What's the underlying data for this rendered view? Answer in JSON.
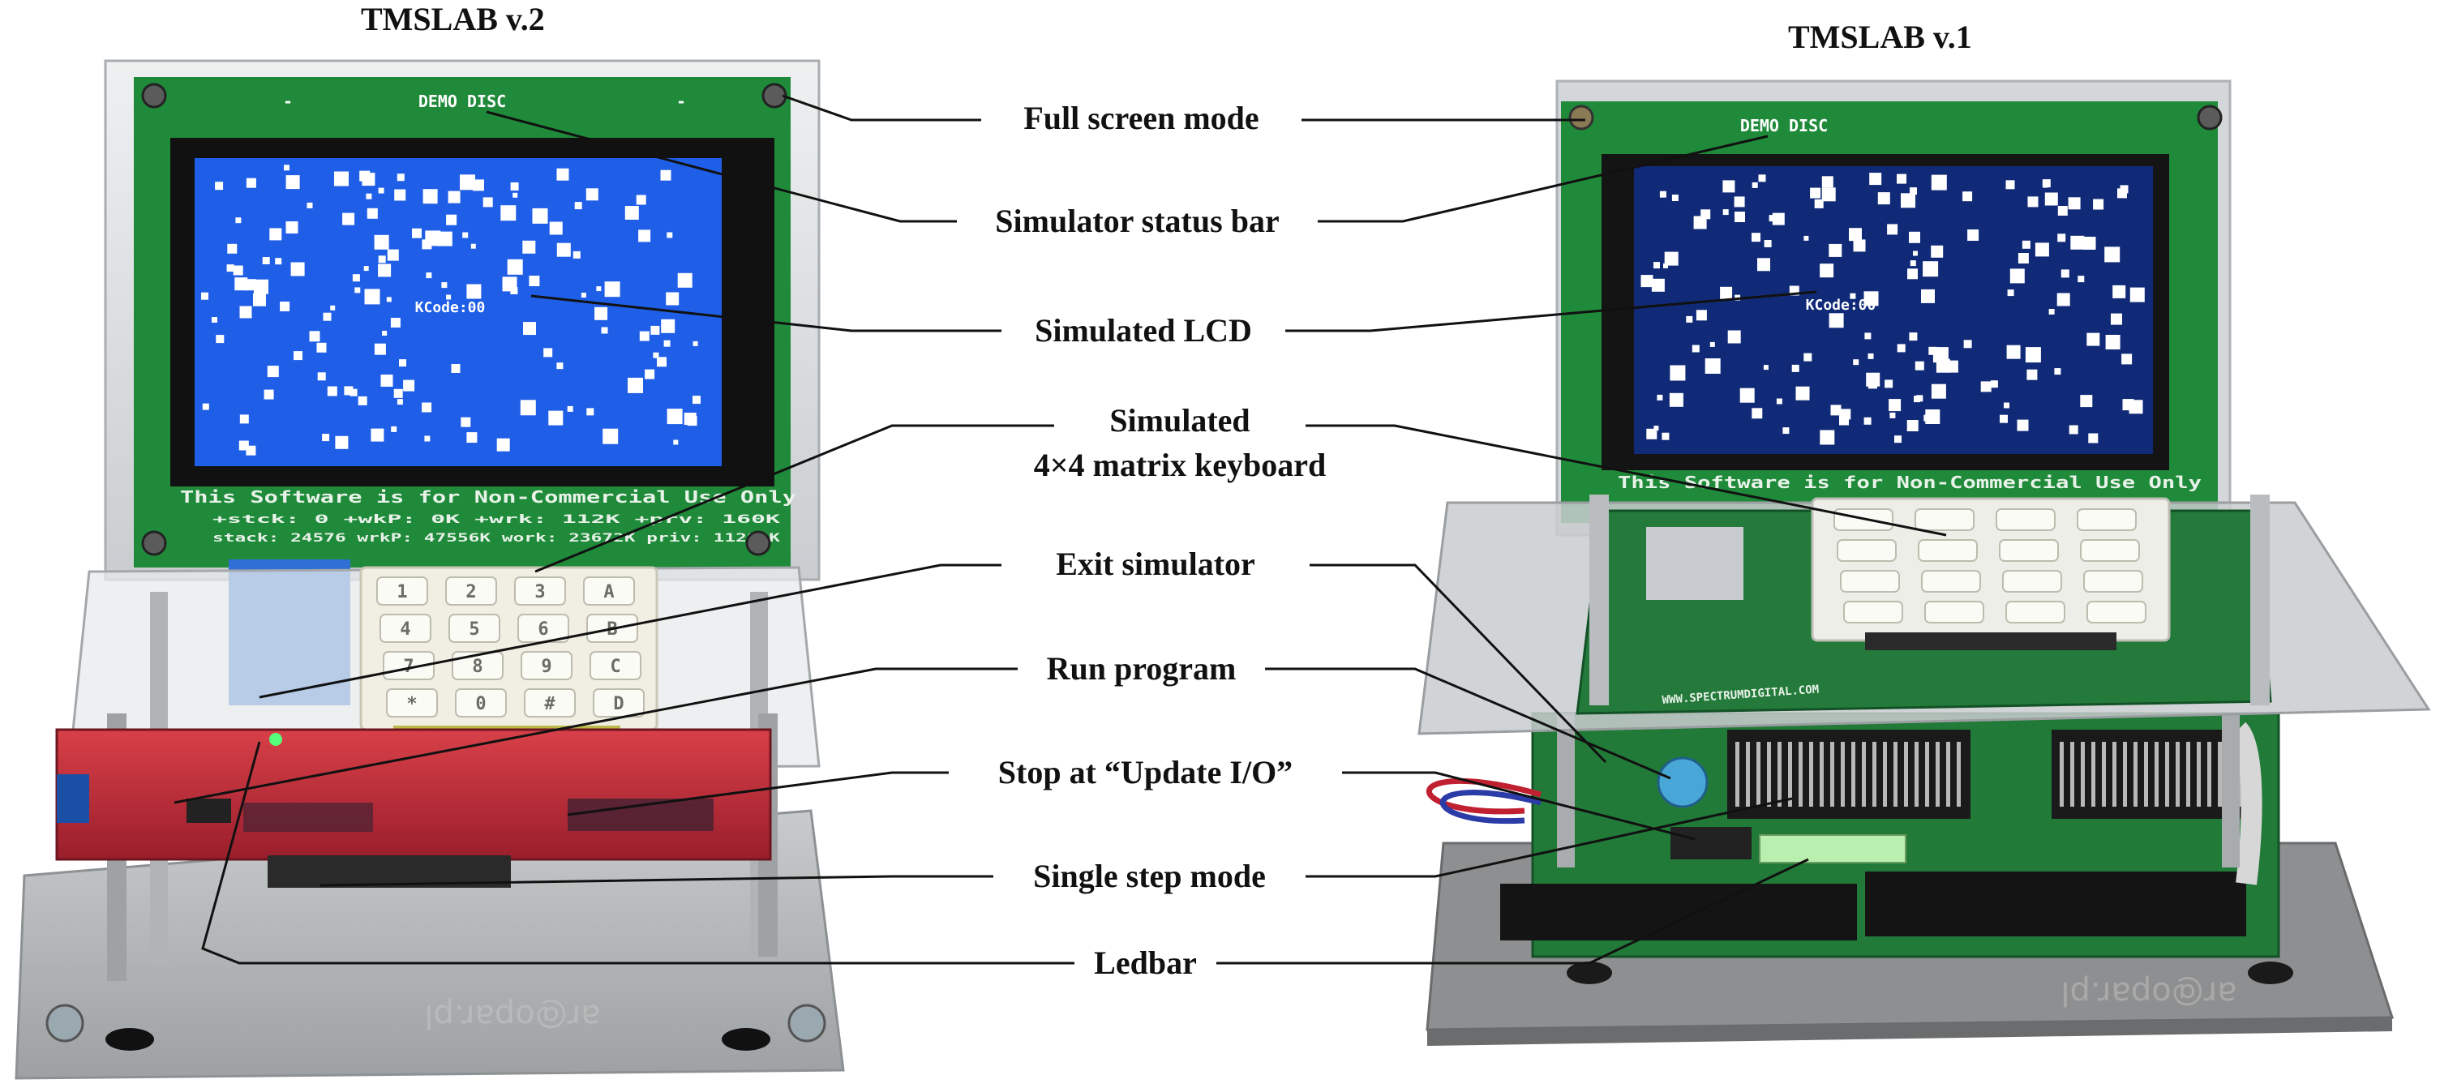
{
  "titles": {
    "left": "TMSLAB v.2",
    "right": "TMSLAB v.1"
  },
  "labels": {
    "full_screen": "Full screen mode",
    "status_bar": "Simulator status bar",
    "lcd": "Simulated LCD",
    "keyboard_line1": "Simulated",
    "keyboard_line2": "4×4 matrix keyboard",
    "exit": "Exit simulator",
    "run": "Run program",
    "stop": "Stop at “Update I/O”",
    "single_step": "Single step mode",
    "ledbar": "Ledbar"
  },
  "screen_text": {
    "demo_disc": "DEMO DISC",
    "kcode_left": "KCode:00",
    "kcode_right": "KCode:00",
    "license": "This Software is for Non-Commercial Use Only",
    "stats_row1": "+stck:      0 +wkP:      0K +wrk:    112K +prv:   160K",
    "stats_row2": "stack:  24576 wrkP:  47556K work:  23672K priv:  11288K",
    "left_status_marks": [
      "-",
      "-"
    ]
  },
  "keypad_keys": [
    "1",
    "2",
    "3",
    "A",
    "4",
    "5",
    "6",
    "B",
    "7",
    "8",
    "9",
    "C",
    "*",
    "0",
    "#",
    "D"
  ],
  "board_text": {
    "spectrum": "WWW.SPECTRUMDIGITAL.COM"
  },
  "watermark": "ar@opar.pl",
  "colors": {
    "lcd_left": "#1f5ee6",
    "lcd_right": "#102a78",
    "pcb_green": "#1f8a3a",
    "pcb_red": "#c8323c",
    "acrylic": "#d8dcde",
    "label_text": "#111111",
    "leader_line": "#111111"
  }
}
